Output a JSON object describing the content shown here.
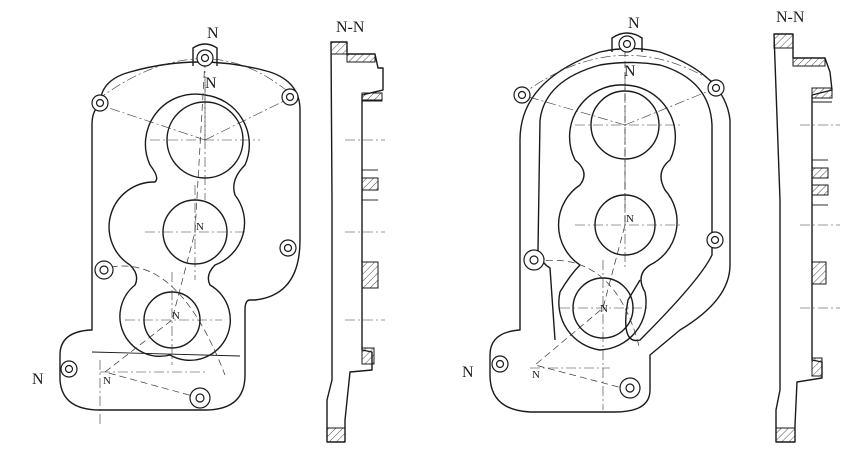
{
  "labels": {
    "section_left": "N-N",
    "section_right": "N-N",
    "n": "N"
  }
}
